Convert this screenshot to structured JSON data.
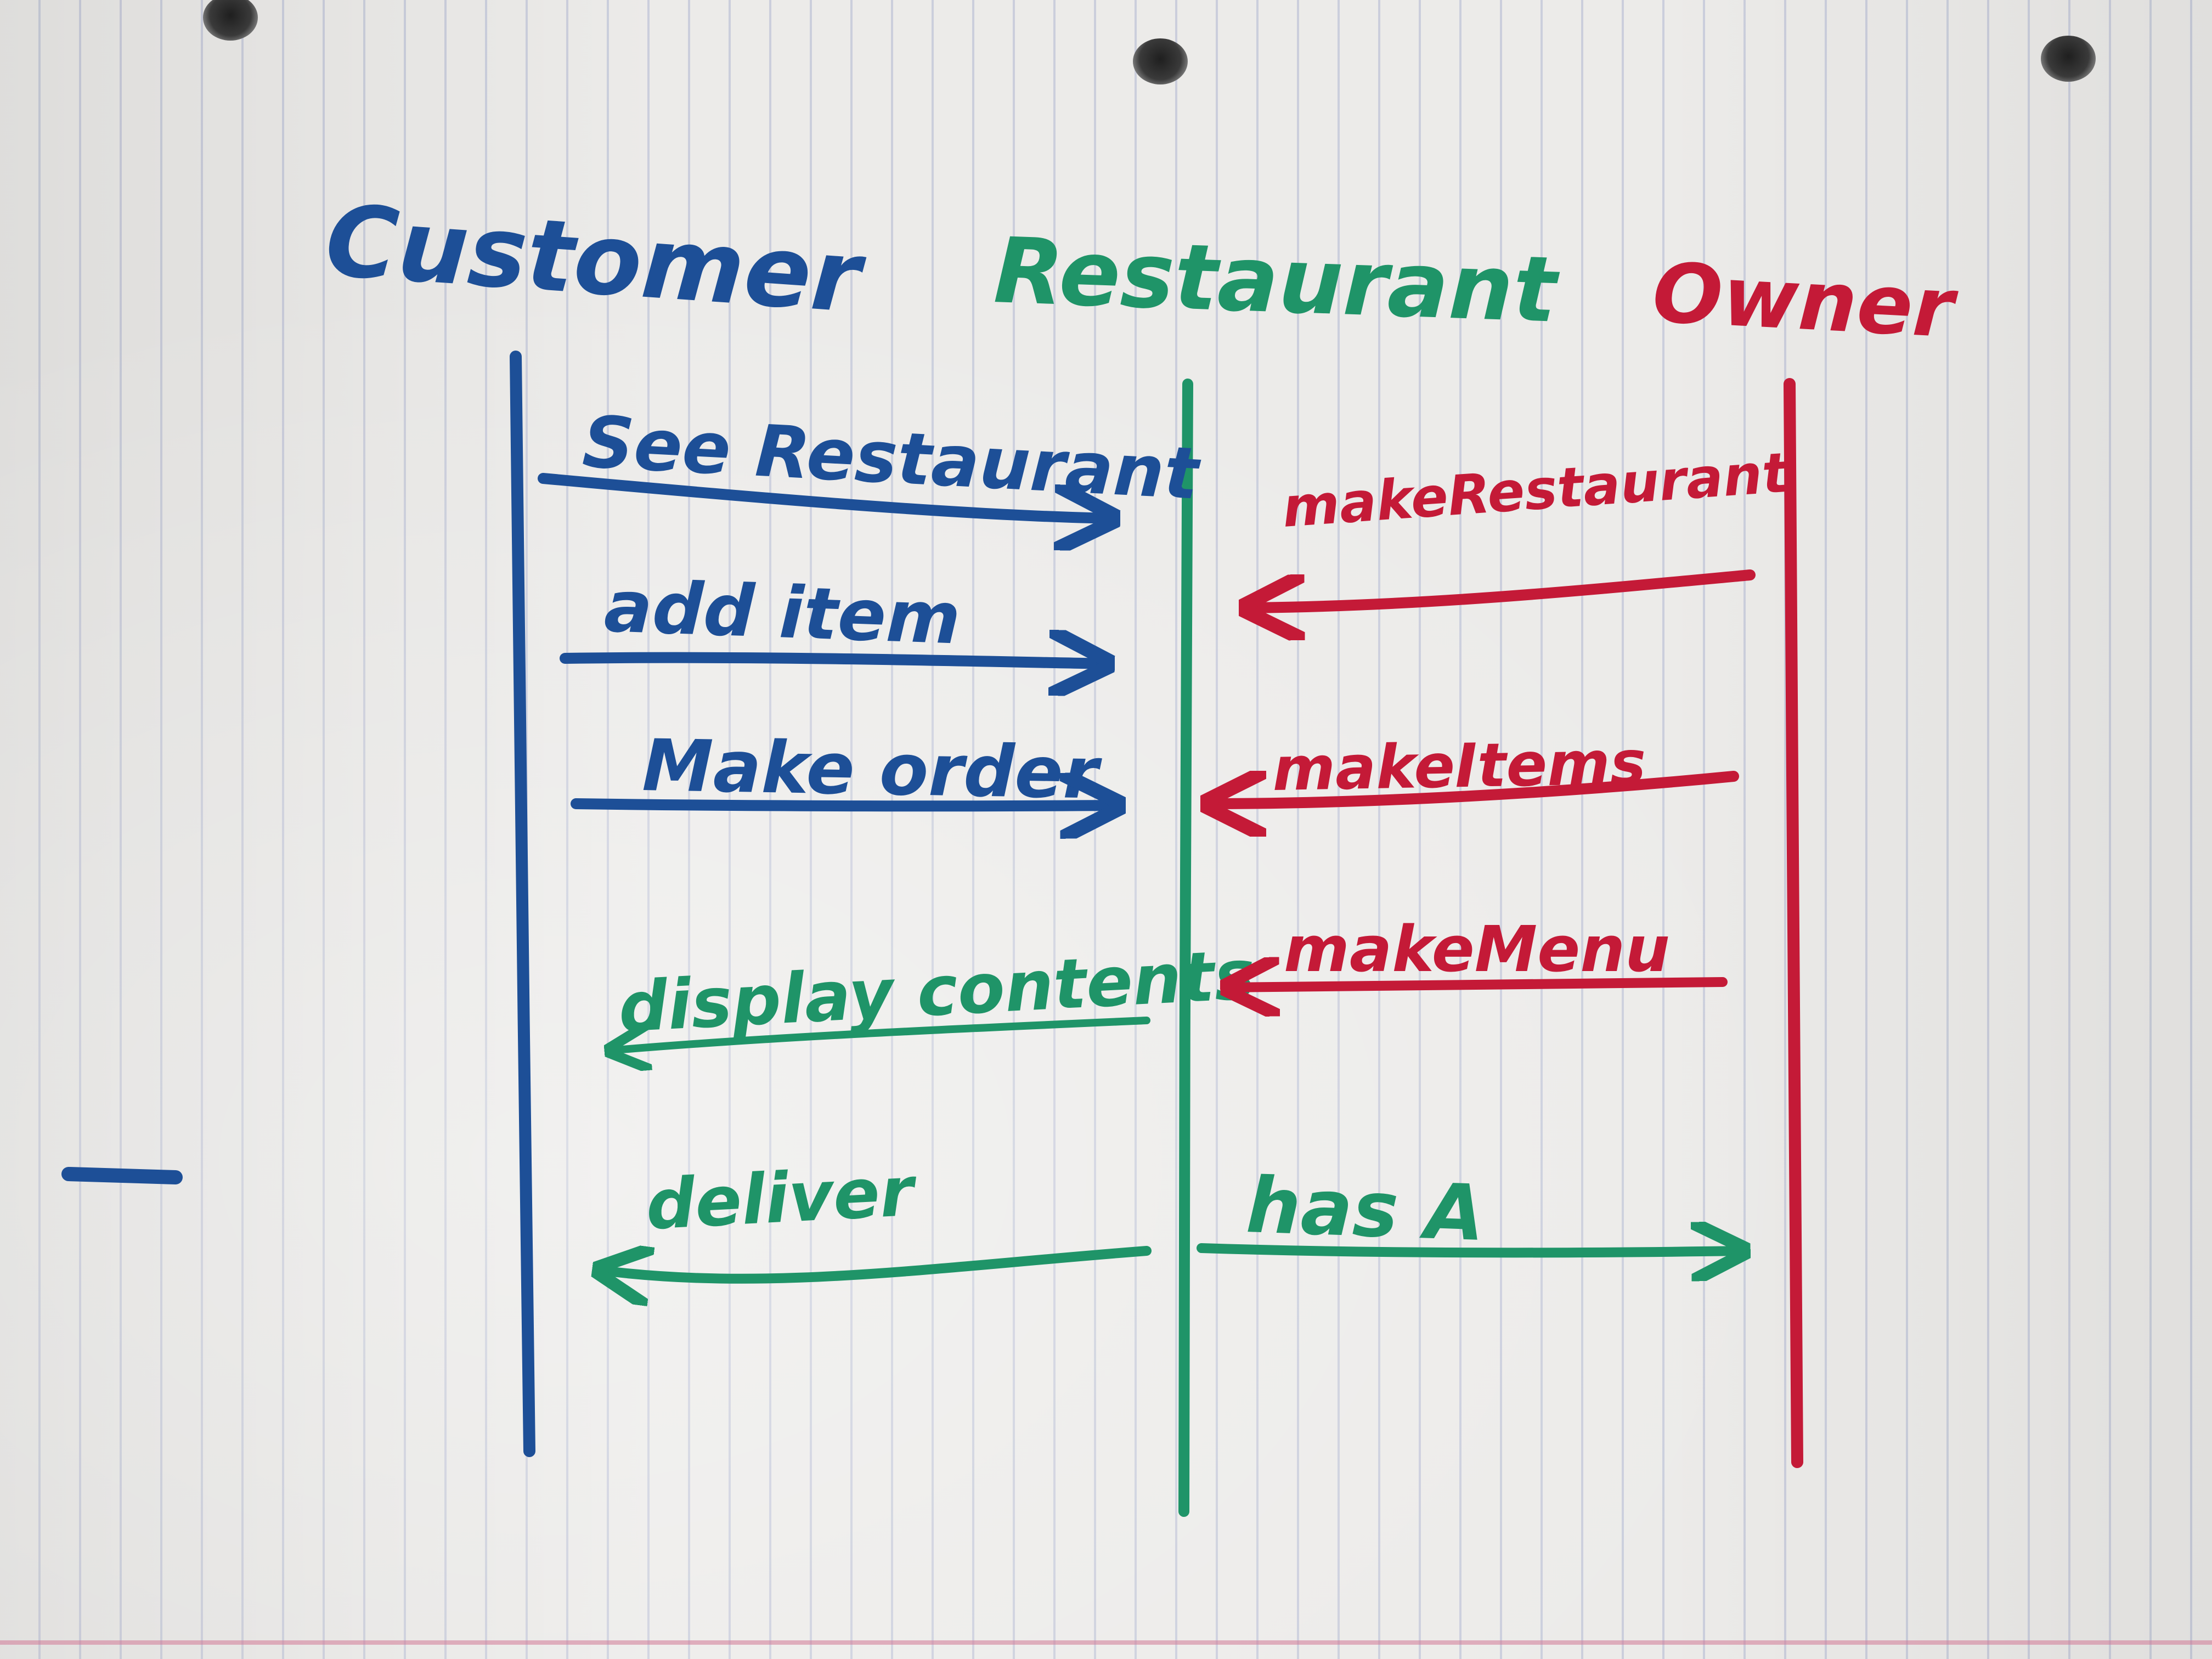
{
  "colors": {
    "customer": "#1d4f97",
    "restaurant": "#1f9468",
    "owner": "#c41a37",
    "paper": "#ecebe9"
  },
  "participants": {
    "customer": "Customer",
    "restaurant": "Restaurant",
    "owner": "Owner"
  },
  "messages": {
    "see_restaurant": "See Restaurant",
    "add_item": "add item",
    "make_order": "Make order",
    "display_contents": "display contents",
    "deliver": "deliver",
    "make_restaurant": "makeRestaurant",
    "make_items": "makeItems",
    "make_menu": "makeMenu",
    "has_a": "has A"
  }
}
